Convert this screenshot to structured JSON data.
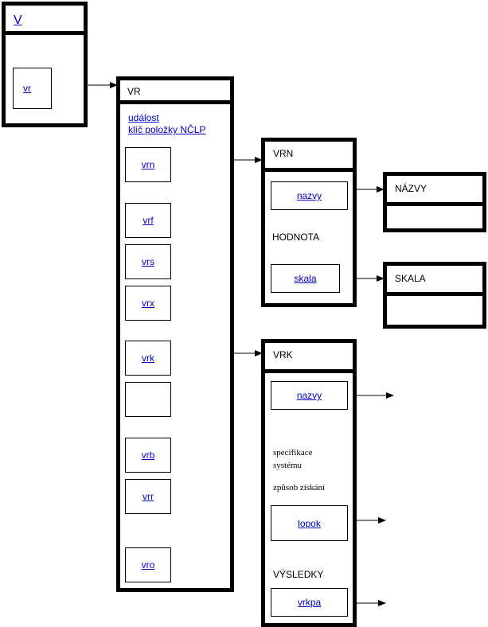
{
  "v_box": {
    "title": "V",
    "item": "vr"
  },
  "vr_box": {
    "title": "VR",
    "link1": "událost",
    "link2": "klíč položky NČLP",
    "items": [
      "vrn",
      "vrf",
      "vrs",
      "vrx",
      "vrk",
      "",
      "vrb",
      "vrr",
      "vro"
    ]
  },
  "vrn_box": {
    "title": "VRN",
    "item1": "nazvy",
    "label": "HODNOTA",
    "item2": "skala"
  },
  "nazvy_box": {
    "title": "NÁZVY"
  },
  "skala_box": {
    "title": "SKALA"
  },
  "vrk_box": {
    "title": "VRK",
    "item1": "nazvy",
    "label1a": "specifikace",
    "label1b": "systému",
    "label2": "způsob získání",
    "item2": "lopok",
    "label3": "VÝSLEDKY",
    "item3": "vrkpa"
  }
}
